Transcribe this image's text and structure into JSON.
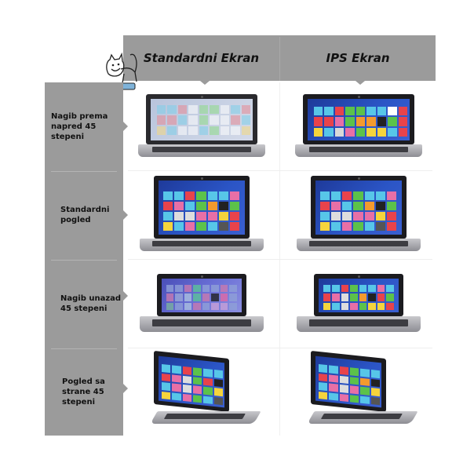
{
  "header": {
    "columns": [
      {
        "label": "Standardni Ekran"
      },
      {
        "label": "IPS Ekran"
      }
    ]
  },
  "rows": [
    {
      "label": "Nagib prema\nnapred 45 stepeni",
      "standard_screen": "washed-out",
      "ips_screen": "clear"
    },
    {
      "label": "Standardni\npogled",
      "standard_screen": "clear",
      "ips_screen": "clear"
    },
    {
      "label": "Nagib unazad\n45 stepeni",
      "standard_screen": "color-shifted",
      "ips_screen": "clear"
    },
    {
      "label": "Pogled sa\nstrane 45\nstepeni",
      "standard_screen": "clear",
      "ips_screen": "clear"
    }
  ],
  "mascot": {
    "icon": "cat-mascot-icon"
  },
  "colors": {
    "panel_gray": "#9b9b9b",
    "screen_blue": "#2b55c6",
    "tile_red": "#e8434b",
    "tile_green": "#5cc24a",
    "tile_orange": "#f39a2e",
    "tile_yellow": "#f5d43c",
    "tile_cyan": "#57c6e8",
    "tile_pink": "#e86fa6"
  }
}
